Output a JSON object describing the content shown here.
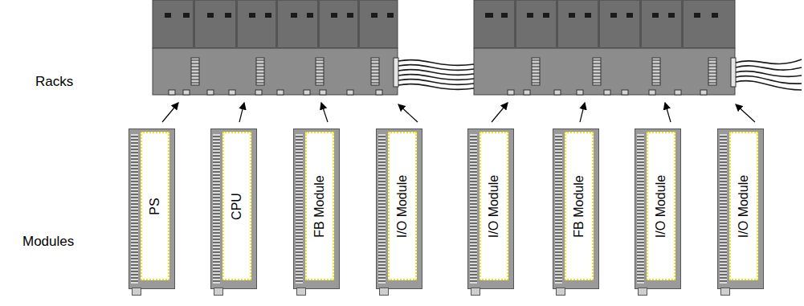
{
  "diagram": {
    "nodes": [
      {
        "text": [
          "PS"
        ]
      },
      {
        "text": [
          "CPU"
        ]
      },
      {
        "text": [
          "FB Module"
        ]
      },
      {
        "text": [
          "I/O Module"
        ]
      },
      {
        "text": [
          "I/O Module"
        ]
      },
      {
        "text": [
          "FB Module"
        ]
      },
      {
        "text": [
          "I/O Module"
        ]
      },
      {
        "text": [
          "I/O Module"
        ]
      }
    ],
    "labels": [
      "Racks",
      "Modules"
    ]
  }
}
